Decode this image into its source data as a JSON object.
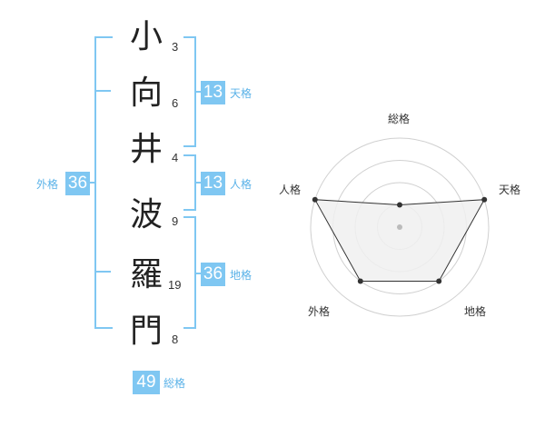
{
  "name_chars": [
    {
      "char": "小",
      "strokes": "3"
    },
    {
      "char": "向",
      "strokes": "6"
    },
    {
      "char": "井",
      "strokes": "4"
    },
    {
      "char": "波",
      "strokes": "9"
    },
    {
      "char": "羅",
      "strokes": "19"
    },
    {
      "char": "門",
      "strokes": "8"
    }
  ],
  "fortunes": {
    "tenkaku": {
      "value": "13",
      "label": "天格"
    },
    "jinkaku": {
      "value": "13",
      "label": "人格"
    },
    "chikaku": {
      "value": "36",
      "label": "地格"
    },
    "gaikaku": {
      "value": "36",
      "label": "外格"
    },
    "soukaku": {
      "value": "49",
      "label": "総格"
    }
  },
  "radar": {
    "axes": [
      "総格",
      "天格",
      "地格",
      "外格",
      "人格"
    ],
    "levels": 4,
    "scores": [
      1,
      4,
      3,
      3,
      4
    ],
    "colors": {
      "ring": "#d0d0d0",
      "fill": "#f0f0f0",
      "line": "#333333",
      "point": "#333333",
      "center": "#bbbbbb"
    }
  },
  "colors": {
    "accent": "#7fc7f2",
    "accent_text": "#5ab2e8"
  }
}
